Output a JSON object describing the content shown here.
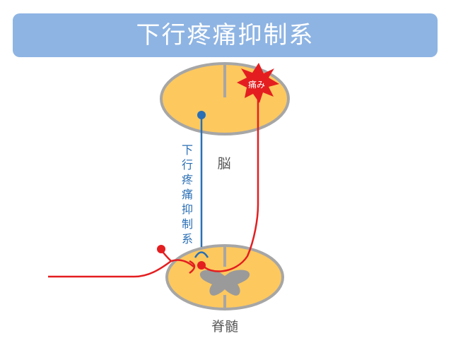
{
  "slide": {
    "title": "下行疼痛抑制系"
  },
  "labels": {
    "brain": "脳",
    "spinal_cord": "脊髄",
    "pain_burst": "痛み",
    "pathway_vertical": [
      "下",
      "行",
      "疼",
      "痛",
      "抑",
      "制",
      "系"
    ]
  },
  "colors": {
    "title_bg": "#8eb4e3",
    "organ_fill": "#fdc85e",
    "organ_stroke": "#a6a6a6",
    "gray_matter": "#9a9a9a",
    "descending_pathway": "#2a6fb5",
    "pain_pathway": "#e41e20",
    "label_text": "#595959"
  }
}
